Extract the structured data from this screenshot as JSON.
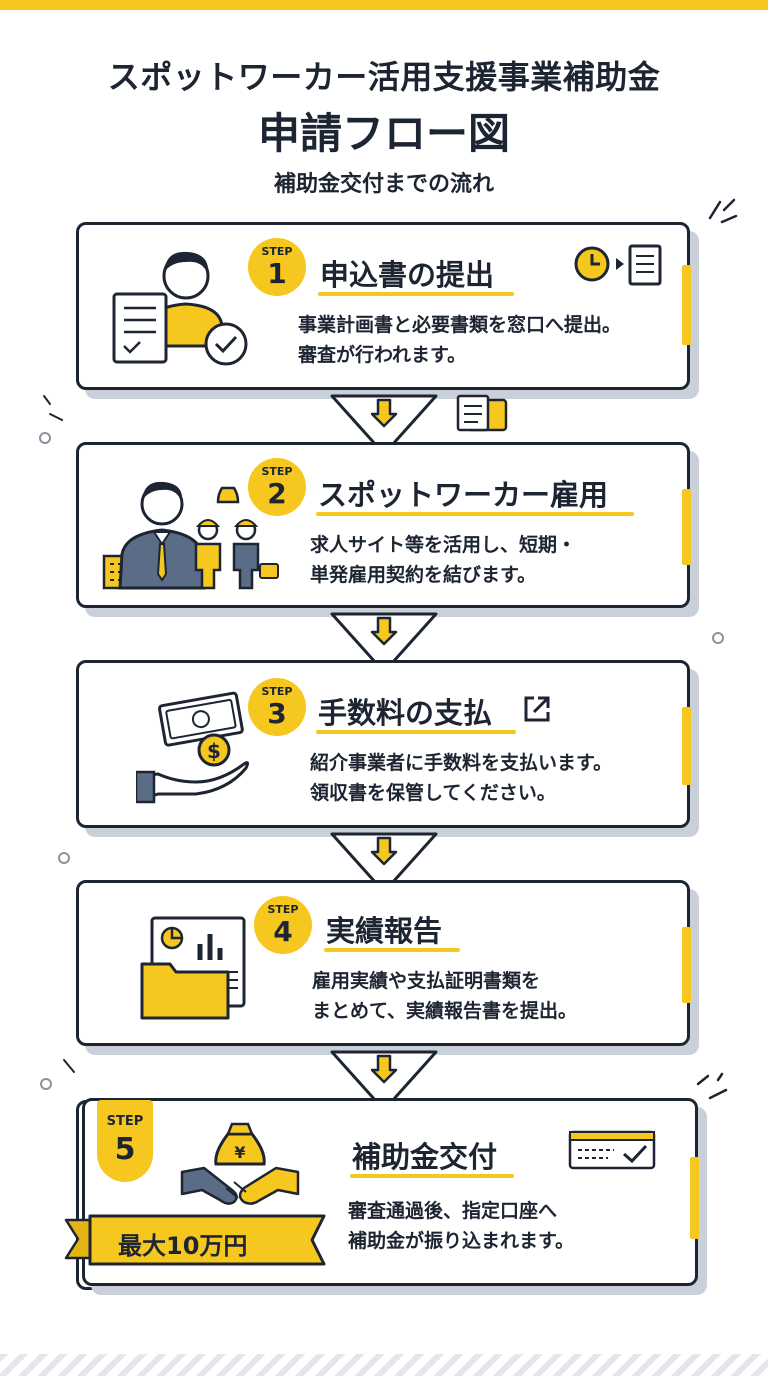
{
  "header": {
    "title_line1": "スポットワーカー活用支援事業補助金",
    "title_line2": "申請フロー図",
    "subtitle": "補助金交付までの流れ"
  },
  "steps": [
    {
      "label": "STEP",
      "number": "1",
      "title": "申込書の提出",
      "desc_line1": "事業計画書と必要書類を窓口へ提出。",
      "desc_line2": "審査が行われます。"
    },
    {
      "label": "STEP",
      "number": "2",
      "title": "スポットワーカー雇用",
      "desc_line1": "求人サイト等を活用し、短期・",
      "desc_line2": "単発雇用契約を結びます。"
    },
    {
      "label": "STEP",
      "number": "3",
      "title": "手数料の支払",
      "desc_line1": "紹介事業者に手数料を支払います。",
      "desc_line2": "領収書を保管してください。"
    },
    {
      "label": "STEP",
      "number": "4",
      "title": "実績報告",
      "desc_line1": "雇用実績や支払証明書類を",
      "desc_line2": "まとめて、実績報告書を提出。"
    },
    {
      "label": "STEP",
      "number": "5",
      "title": "補助金交付",
      "desc_line1": "審査通過後、指定口座へ",
      "desc_line2": "補助金が振り込まれます。",
      "ribbon": "最大10万円"
    }
  ],
  "icon_labels": {
    "yen": "¥",
    "dollar": "$"
  },
  "icons": {
    "step1": [
      "person-with-document-icon",
      "checkmark-badge-icon",
      "clock-icon",
      "document-icon"
    ],
    "step2": [
      "businessman-icon",
      "workers-icon",
      "money-bag-icon",
      "building-icon"
    ],
    "step3": [
      "hand-with-money-icon",
      "coin-icon",
      "external-link-icon"
    ],
    "step4": [
      "folder-with-report-icon",
      "pie-chart-icon",
      "bar-chart-icon"
    ],
    "step5": [
      "handshake-icon",
      "yen-money-bag-icon",
      "bank-transfer-check-icon"
    ]
  },
  "colors": {
    "accent": "#f6c71e",
    "ink": "#1d2533",
    "shadow": "#c9d0da"
  }
}
